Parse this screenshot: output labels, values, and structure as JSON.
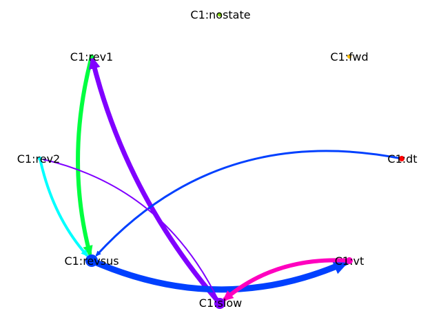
{
  "graph": {
    "nodes": [
      {
        "id": "nostate",
        "label": "C1:nostate",
        "color": "#7fd400"
      },
      {
        "id": "rev1",
        "label": "C1:rev1",
        "color": "#00ff40"
      },
      {
        "id": "fwd",
        "label": "C1:fwd",
        "color": "#ffbf00"
      },
      {
        "id": "rev2",
        "label": "C1:rev2",
        "color": "#00ffff"
      },
      {
        "id": "dt",
        "label": "C1:dt",
        "color": "#ff0000"
      },
      {
        "id": "revsus",
        "label": "C1:revsus",
        "color": "#0040ff"
      },
      {
        "id": "vt",
        "label": "C1:vt",
        "color": "#ff00bf"
      },
      {
        "id": "slow",
        "label": "C1:slow",
        "color": "#8000ff"
      }
    ],
    "edges": [
      {
        "source": "rev1",
        "target": "revsus",
        "color": "#00ff40",
        "weight": 6
      },
      {
        "source": "slow",
        "target": "rev1",
        "color": "#8000ff",
        "weight": 7
      },
      {
        "source": "dt",
        "target": "revsus",
        "color": "#0040ff",
        "weight": 3
      },
      {
        "source": "revsus",
        "target": "vt",
        "color": "#0040ff",
        "weight": 9
      },
      {
        "source": "rev2",
        "target": "revsus",
        "color": "#00ffff",
        "weight": 4
      },
      {
        "source": "slow",
        "target": "rev2",
        "color": "#8000ff",
        "weight": 2
      },
      {
        "source": "vt",
        "target": "slow",
        "color": "#ff00bf",
        "weight": 6
      }
    ]
  }
}
